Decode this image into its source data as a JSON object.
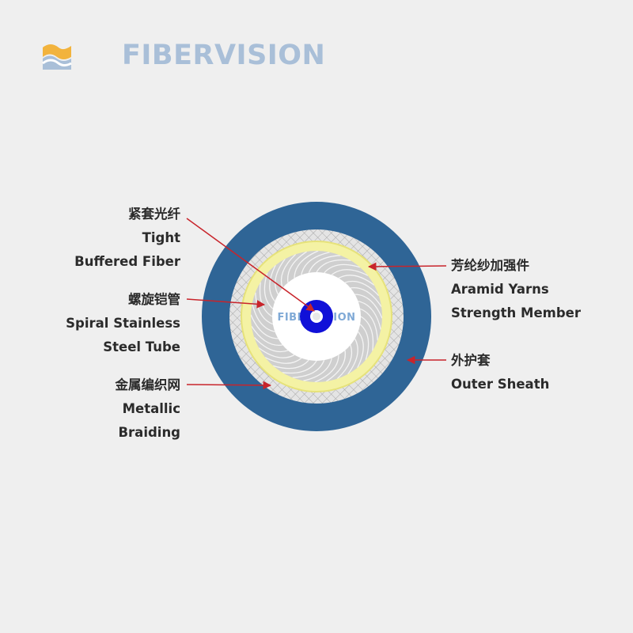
{
  "brand": {
    "name": "FIBERVISION",
    "watermark": "FIBERVISION",
    "color_primary": "#a9bfd8",
    "color_accent": "#f2b33d"
  },
  "colors": {
    "outer_sheath": "#2f6596",
    "braiding": "#d9d9d9",
    "aramid_yarns": "#f4f2a4",
    "steel_tube": "#cfcfcf",
    "fiber_core": "#1010d8",
    "arrow": "#c8242b"
  },
  "labels": {
    "tight_buffered_fiber": {
      "cn": "紧套光纤",
      "en1": "Tight",
      "en2": "Buffered Fiber"
    },
    "spiral_stainless_steel_tube": {
      "cn": "螺旋铠管",
      "en1": "Spiral Stainless",
      "en2": "Steel Tube"
    },
    "metallic_braiding": {
      "cn": "金属编织网",
      "en1": "Metallic",
      "en2": "Braiding"
    },
    "aramid_yarns": {
      "cn": "芳纶纱加强件",
      "en1": "Aramid Yarns",
      "en2": "Strength Member"
    },
    "outer_sheath": {
      "cn": "外护套",
      "en1": "Outer Sheath"
    }
  }
}
